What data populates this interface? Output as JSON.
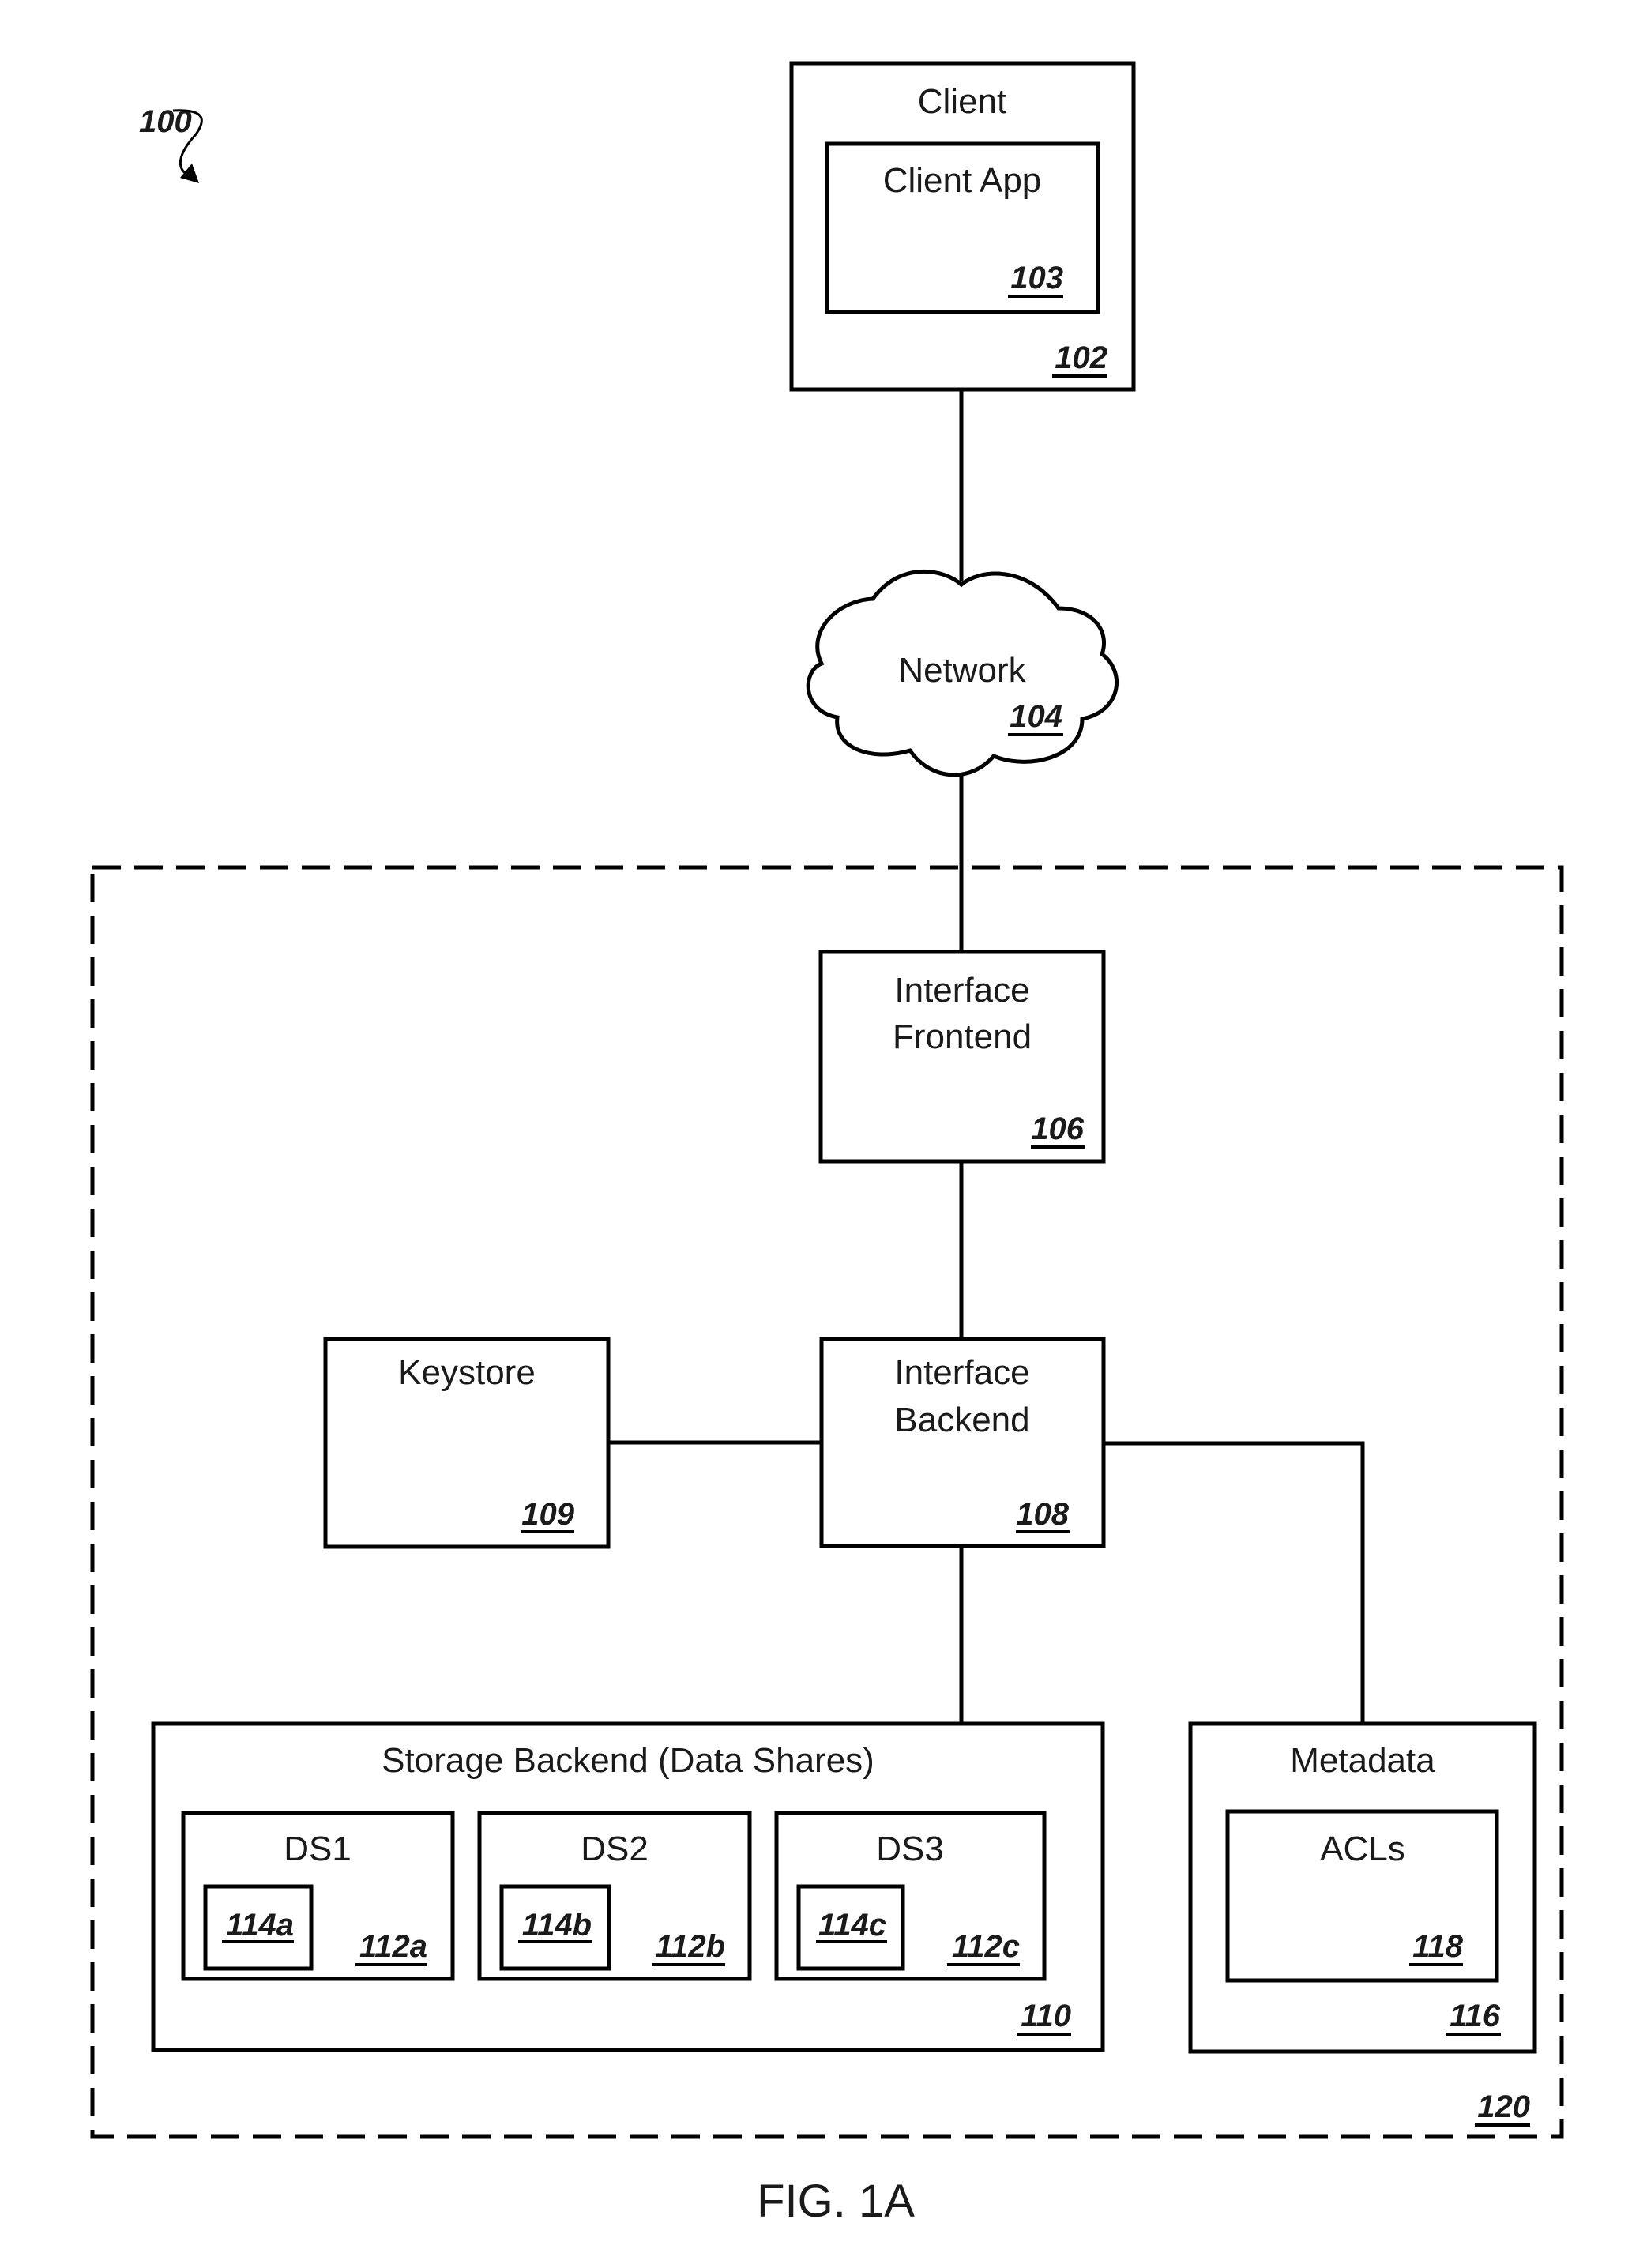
{
  "figure": {
    "ref": "100",
    "caption": "FIG. 1A"
  },
  "client": {
    "title": "Client",
    "ref": "102",
    "app": {
      "title": "Client App",
      "ref": "103"
    }
  },
  "network": {
    "title": "Network",
    "ref": "104"
  },
  "system": {
    "ref": "120"
  },
  "interface_frontend": {
    "line1": "Interface",
    "line2": "Frontend",
    "ref": "106"
  },
  "interface_backend": {
    "line1": "Interface",
    "line2": "Backend",
    "ref": "108"
  },
  "keystore": {
    "title": "Keystore",
    "ref": "109"
  },
  "storage_backend": {
    "title": "Storage Backend (Data Shares)",
    "ref": "110",
    "shares": [
      {
        "title": "DS1",
        "ref": "112a",
        "inner_ref": "114a"
      },
      {
        "title": "DS2",
        "ref": "112b",
        "inner_ref": "114b"
      },
      {
        "title": "DS3",
        "ref": "112c",
        "inner_ref": "114c"
      }
    ]
  },
  "metadata": {
    "title": "Metadata",
    "ref": "116",
    "acls": {
      "title": "ACLs",
      "ref": "118"
    }
  }
}
